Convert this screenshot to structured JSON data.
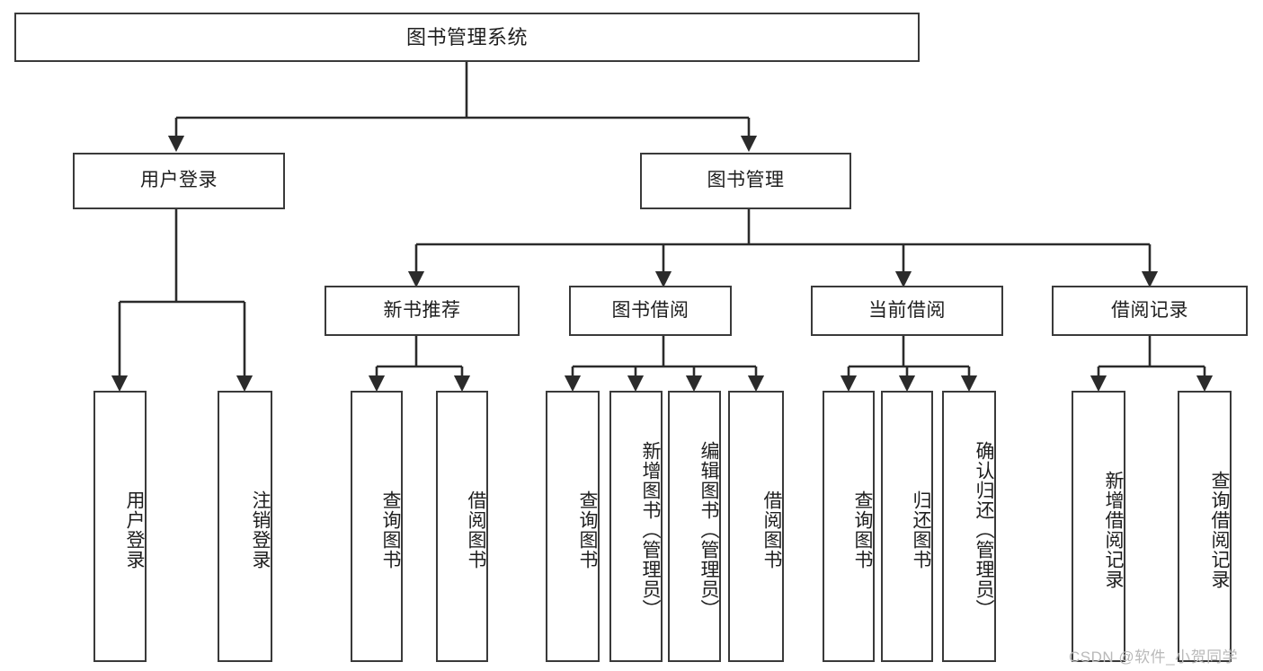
{
  "diagram": {
    "title": "图书管理系统",
    "background_color": "#ffffff",
    "node_border_color": "#3a3a3a",
    "node_fill_color": "#ffffff",
    "edge_color": "#2b2b2b",
    "levels": {
      "root": {
        "label": "图书管理系统"
      },
      "level2": [
        {
          "id": "user-login",
          "label": "用户登录"
        },
        {
          "id": "book-manage",
          "label": "图书管理"
        }
      ],
      "level3": [
        {
          "id": "new-book-recommend",
          "label": "新书推荐",
          "parent": "book-manage"
        },
        {
          "id": "book-borrow",
          "label": "图书借阅",
          "parent": "book-manage"
        },
        {
          "id": "current-borrow",
          "label": "当前借阅",
          "parent": "book-manage"
        },
        {
          "id": "borrow-record",
          "label": "借阅记录",
          "parent": "book-manage"
        }
      ],
      "leaves": [
        {
          "id": "leaf-user-login",
          "label": "用户登录",
          "parent": "user-login"
        },
        {
          "id": "leaf-logout-login",
          "label": "注销登录",
          "parent": "user-login"
        },
        {
          "id": "leaf-query-book-1",
          "label": "查询图书",
          "parent": "new-book-recommend"
        },
        {
          "id": "leaf-borrow-book-1",
          "label": "借阅图书",
          "parent": "new-book-recommend"
        },
        {
          "id": "leaf-query-book-2",
          "label": "查询图书",
          "parent": "book-borrow"
        },
        {
          "id": "leaf-add-book",
          "label": "新增图书（管理员）",
          "parent": "book-borrow"
        },
        {
          "id": "leaf-edit-book",
          "label": "编辑图书（管理员）",
          "parent": "book-borrow"
        },
        {
          "id": "leaf-borrow-book-2",
          "label": "借阅图书",
          "parent": "book-borrow"
        },
        {
          "id": "leaf-query-book-3",
          "label": "查询图书",
          "parent": "current-borrow"
        },
        {
          "id": "leaf-return-book",
          "label": "归还图书",
          "parent": "current-borrow"
        },
        {
          "id": "leaf-confirm-return",
          "label": "确认归还（管理员）",
          "parent": "current-borrow"
        },
        {
          "id": "leaf-add-record",
          "label": "新增借阅记录",
          "parent": "borrow-record"
        },
        {
          "id": "leaf-query-record",
          "label": "查询借阅记录",
          "parent": "borrow-record"
        }
      ]
    }
  },
  "watermark": {
    "text": "CSDN @软件_小贺同学"
  }
}
